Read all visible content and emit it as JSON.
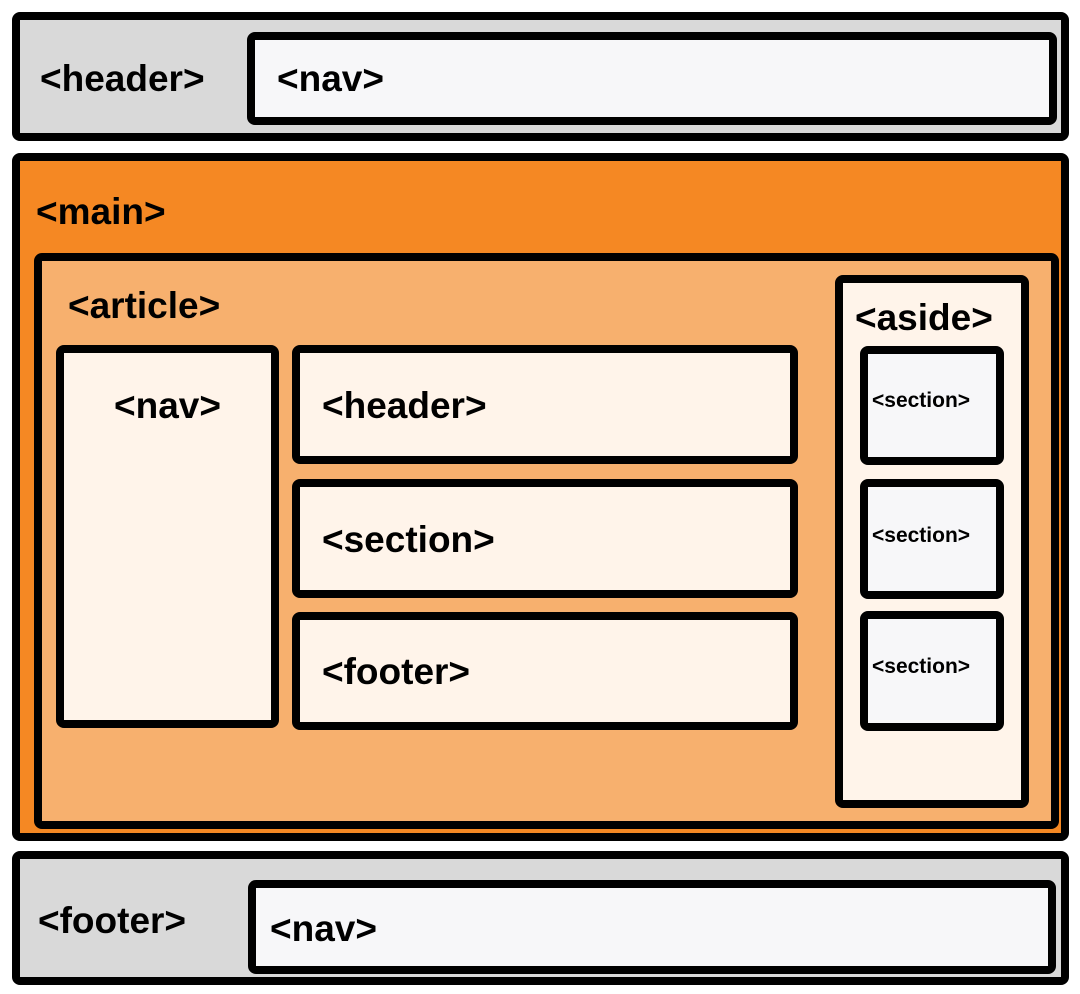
{
  "page_header": {
    "label": "<header>",
    "nav_label": "<nav>"
  },
  "main": {
    "label": "<main>",
    "article": {
      "label": "<article>",
      "nav_label": "<nav>",
      "header_label": "<header>",
      "section_label": "<section>",
      "footer_label": "<footer>"
    },
    "aside": {
      "label": "<aside>",
      "sections": [
        "<section>",
        "<section>",
        "<section>"
      ]
    }
  },
  "page_footer": {
    "label": "<footer>",
    "nav_label": "<nav>"
  },
  "colors": {
    "header_footer_bg": "#d9d9d9",
    "nav_bg": "#f7f7f9",
    "main_bg": "#f58823",
    "article_bg": "#f7b06e",
    "inner_box_bg": "#fff4ea",
    "border": "#000000"
  }
}
